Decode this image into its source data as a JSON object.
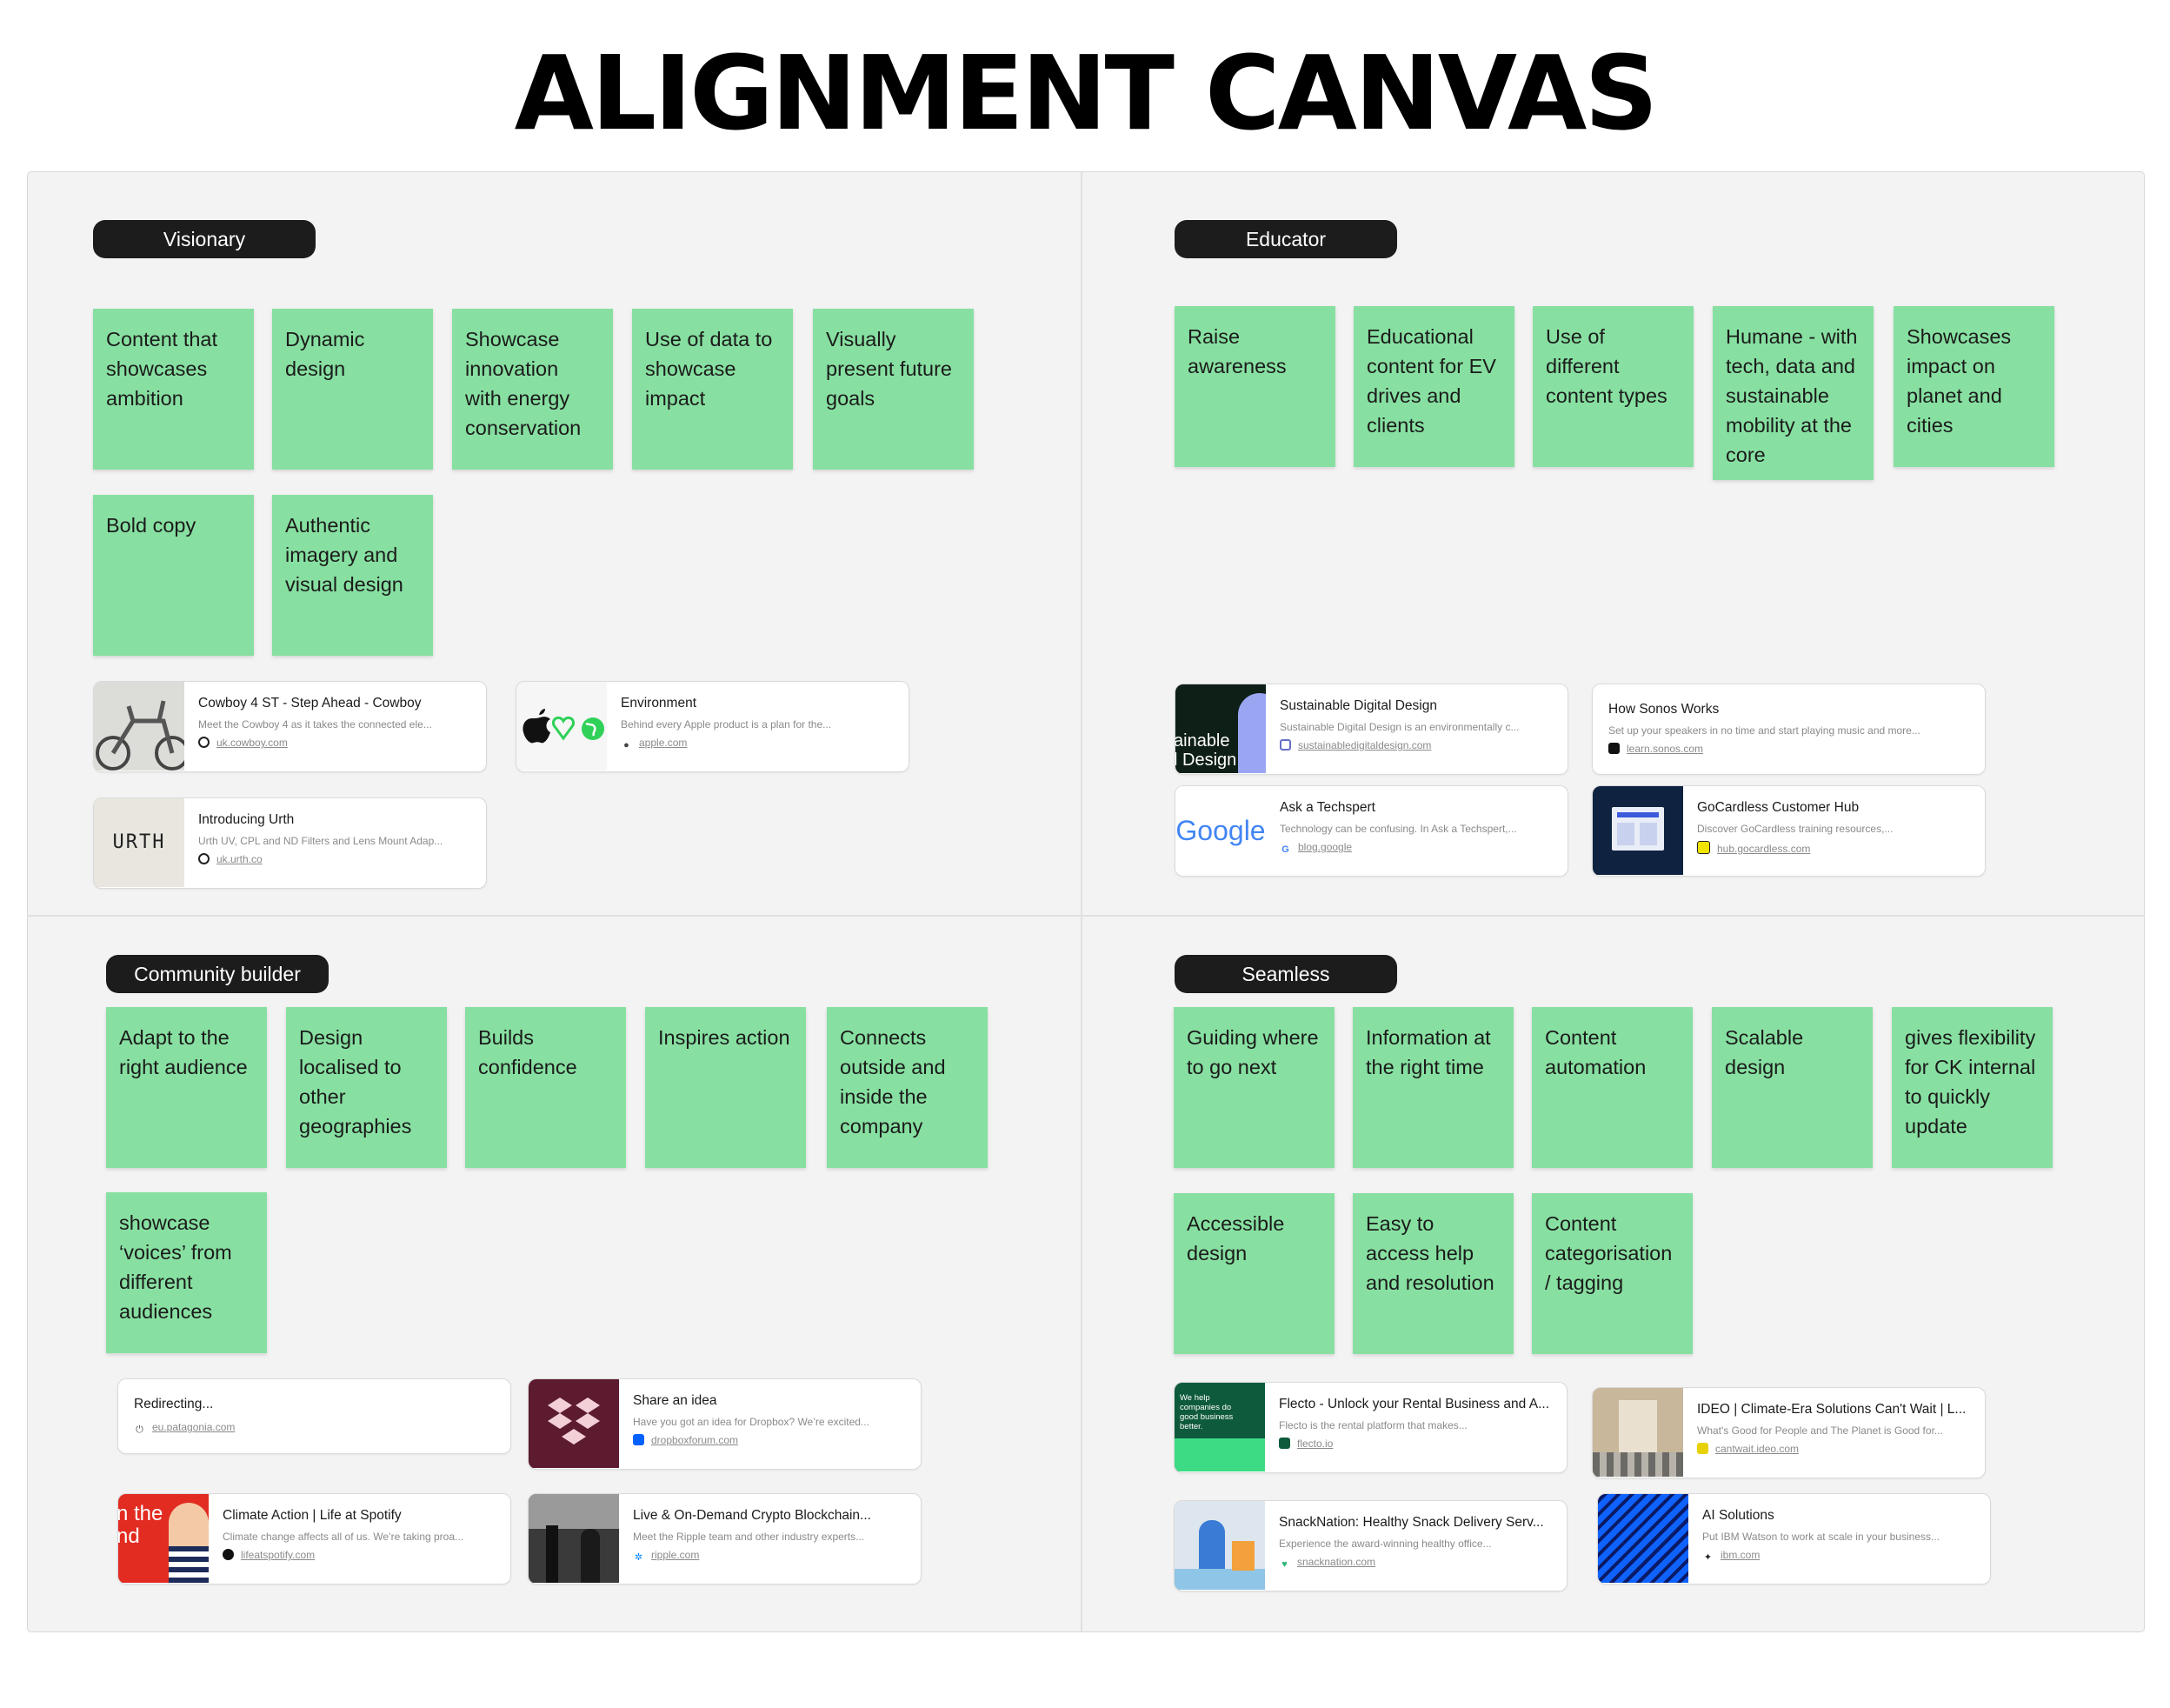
{
  "title": "ALIGNMENT CANVAS",
  "sections": {
    "visionary": {
      "label": "Visionary",
      "notes": [
        "Content that showcases ambition",
        "Dynamic design",
        "Showcase innovation with energy conservation",
        "Use of data to showcase impact",
        "Visually present future goals",
        "Bold copy",
        "Authentic imagery and visual design"
      ],
      "cards": [
        {
          "title": "Cowboy 4 ST - Step Ahead - Cowboy",
          "desc": "Meet the Cowboy 4 as it takes the connected ele...",
          "url": "uk.cowboy.com"
        },
        {
          "title": "Environment",
          "desc": "Behind every Apple product is a plan for the...",
          "url": "apple.com"
        },
        {
          "title": "Introducing Urth",
          "desc": "Urth UV, CPL and ND Filters and Lens Mount Adap...",
          "url": "uk.urth.co",
          "thumb_text": "URTH"
        }
      ]
    },
    "educator": {
      "label": "Educator",
      "notes": [
        "Raise awareness",
        "Educational content for EV drives and clients",
        "Use of different content types",
        "Humane - with tech, data and sustainable mobility at the core",
        "Showcases impact on planet and cities"
      ],
      "cards": [
        {
          "title": "Sustainable Digital Design",
          "desc": "Sustainable Digital Design is an environmentally c...",
          "url": "sustainabledigitaldesign.com",
          "thumb_text": "ainable\nl Design"
        },
        {
          "title": "How Sonos Works",
          "desc": "Set up your speakers in no time and start playing music and more...",
          "url": "learn.sonos.com"
        },
        {
          "title": "Ask a Techspert",
          "desc": "Technology can be confusing. In Ask a Techspert,...",
          "url": "blog.google",
          "thumb_text": "Google"
        },
        {
          "title": "GoCardless Customer Hub",
          "desc": "Discover GoCardless training resources,...",
          "url": "hub.gocardless.com"
        }
      ]
    },
    "community": {
      "label": "Community builder",
      "notes": [
        "Adapt to the right audience",
        "Design localised to other geographies",
        "Builds confidence",
        "Inspires action",
        "Connects outside and inside the company",
        "showcase ‘voices’ from different audiences"
      ],
      "cards": [
        {
          "title": "Redirecting...",
          "url": "eu.patagonia.com"
        },
        {
          "title": "Share an idea",
          "desc": "Have you got an idea for Dropbox? We’re excited...",
          "url": "dropboxforum.com"
        },
        {
          "title": "Climate Action | Life at Spotify",
          "desc": "Climate change affects all of us. We’re taking proa...",
          "url": "lifeatspotify.com",
          "thumb_text": "n the\nnd"
        },
        {
          "title": "Live & On-Demand Crypto Blockchain...",
          "desc": "Meet the Ripple team and other industry experts...",
          "url": "ripple.com"
        }
      ]
    },
    "seamless": {
      "label": "Seamless",
      "notes": [
        "Guiding where to go next",
        "Information at the right time",
        "Content automation",
        "Scalable design",
        "gives flexibility for CK internal to quickly update",
        "Accessible design",
        "Easy to access help and resolution",
        "Content categorisation / tagging"
      ],
      "cards": [
        {
          "title": "Flecto - Unlock your Rental Business and A...",
          "desc": "Flecto is the rental platform that makes...",
          "url": "flecto.io",
          "thumb_text": "We help companies do good business better."
        },
        {
          "title": "IDEO | Climate-Era Solutions Can't Wait | L...",
          "desc": "What's Good for People and The Planet is Good for...",
          "url": "cantwait.ideo.com"
        },
        {
          "title": "SnackNation: Healthy Snack Delivery Serv...",
          "desc": "Experience the award-winning healthy office...",
          "url": "snacknation.com"
        },
        {
          "title": "AI Solutions",
          "desc": "Put IBM Watson to work at scale in your business...",
          "url": "ibm.com"
        }
      ]
    }
  }
}
